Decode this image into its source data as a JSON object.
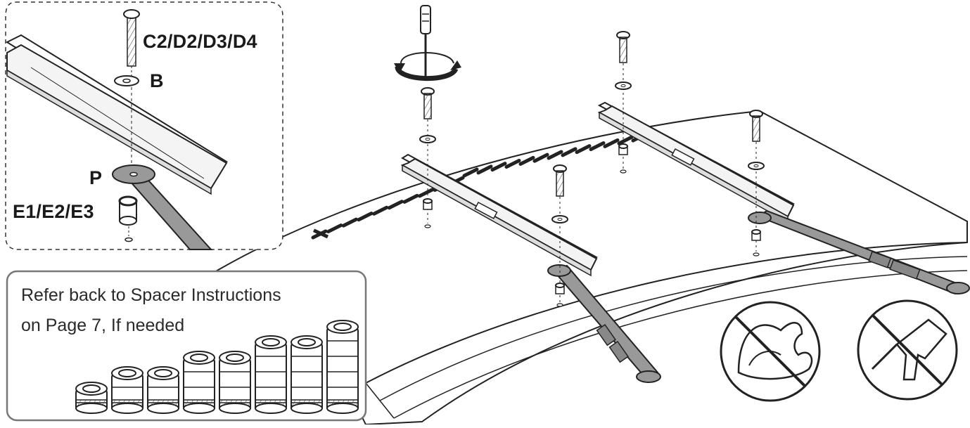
{
  "callout": {
    "screw_label": "C2/D2/D3/D4",
    "washer_label": "B",
    "plate_label": "P",
    "spacer_label": "E1/E2/E3"
  },
  "note": {
    "line1": "Refer back to Spacer Instructions",
    "line2": "on Page 7, If needed"
  },
  "prohibitions": [
    {
      "icon": "no-overtighten-icon"
    },
    {
      "icon": "no-power-drill-icon"
    }
  ],
  "spacer_stack_heights": [
    1,
    2,
    2,
    3,
    3,
    4,
    4,
    5
  ]
}
